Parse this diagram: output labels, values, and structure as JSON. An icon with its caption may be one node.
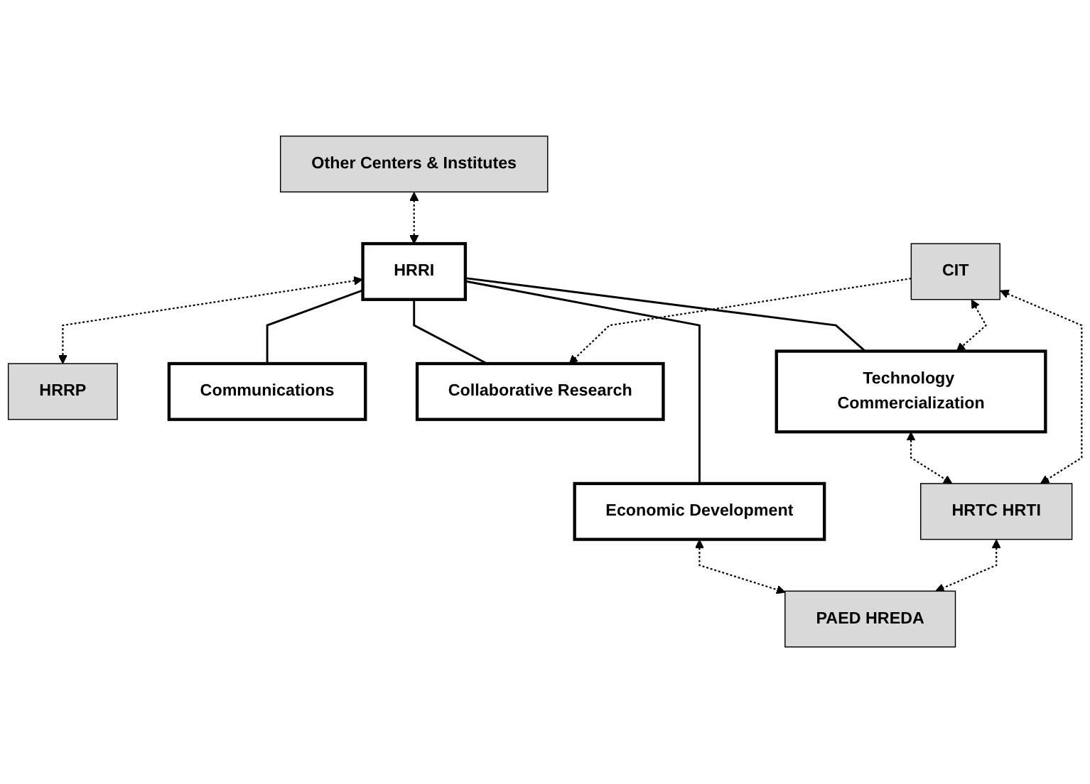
{
  "diagram": {
    "nodes": [
      {
        "text": [
          "Other Centers & Institutes"
        ]
      },
      {
        "text": [
          "HRRI"
        ]
      },
      {
        "text": [
          "HRRP"
        ]
      },
      {
        "text": [
          "Communications"
        ]
      },
      {
        "text": [
          "Collaborative Research"
        ]
      },
      {
        "text": [
          "Technology Commercialization"
        ]
      },
      {
        "text": [
          "Economic Development"
        ]
      },
      {
        "text": [
          "CIT"
        ]
      },
      {
        "text": [
          "HRTC HRTI"
        ]
      },
      {
        "text": [
          "PAED HREDA"
        ]
      }
    ],
    "edges": [
      {
        "from": 0,
        "to": 1,
        "arrow": "both",
        "style": "dashed"
      },
      {
        "from": 1,
        "to": 2,
        "arrow": "both",
        "style": "dashed"
      },
      {
        "from": 1,
        "to": 3,
        "arrow": "none"
      },
      {
        "from": 1,
        "to": 4,
        "arrow": "none"
      },
      {
        "from": 1,
        "to": 5,
        "arrow": "none"
      },
      {
        "from": 1,
        "to": 6,
        "arrow": "none"
      },
      {
        "from": 7,
        "to": 4,
        "arrow": "to",
        "style": "dashed"
      },
      {
        "from": 7,
        "to": 5,
        "arrow": "both",
        "style": "dashed"
      },
      {
        "from": 5,
        "to": 8,
        "arrow": "both",
        "style": "dashed"
      },
      {
        "from": 6,
        "to": 9,
        "arrow": "both",
        "style": "dashed"
      },
      {
        "from": 7,
        "to": 8,
        "arrow": "both",
        "style": "dashed"
      },
      {
        "from": 8,
        "to": 9,
        "arrow": "both",
        "style": "dashed"
      }
    ]
  }
}
